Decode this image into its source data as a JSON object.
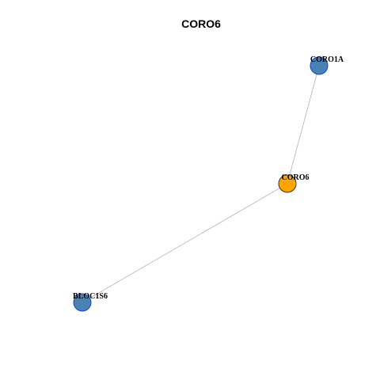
{
  "title": "CORO6",
  "colors": {
    "center_fill": "#FFA500",
    "center_stroke": "#333333",
    "neighbor_fill": "#4682B4",
    "neighbor_stroke": "#1E3FBF",
    "edge": "#B3B3B3"
  },
  "nodes": [
    {
      "id": "CORO1A",
      "role": "neighbor"
    },
    {
      "id": "CORO6",
      "role": "center"
    },
    {
      "id": "BLOC1S6",
      "role": "neighbor"
    }
  ],
  "edges": [
    {
      "source": "CORO6",
      "target": "CORO1A"
    },
    {
      "source": "CORO6",
      "target": "BLOC1S6"
    }
  ]
}
